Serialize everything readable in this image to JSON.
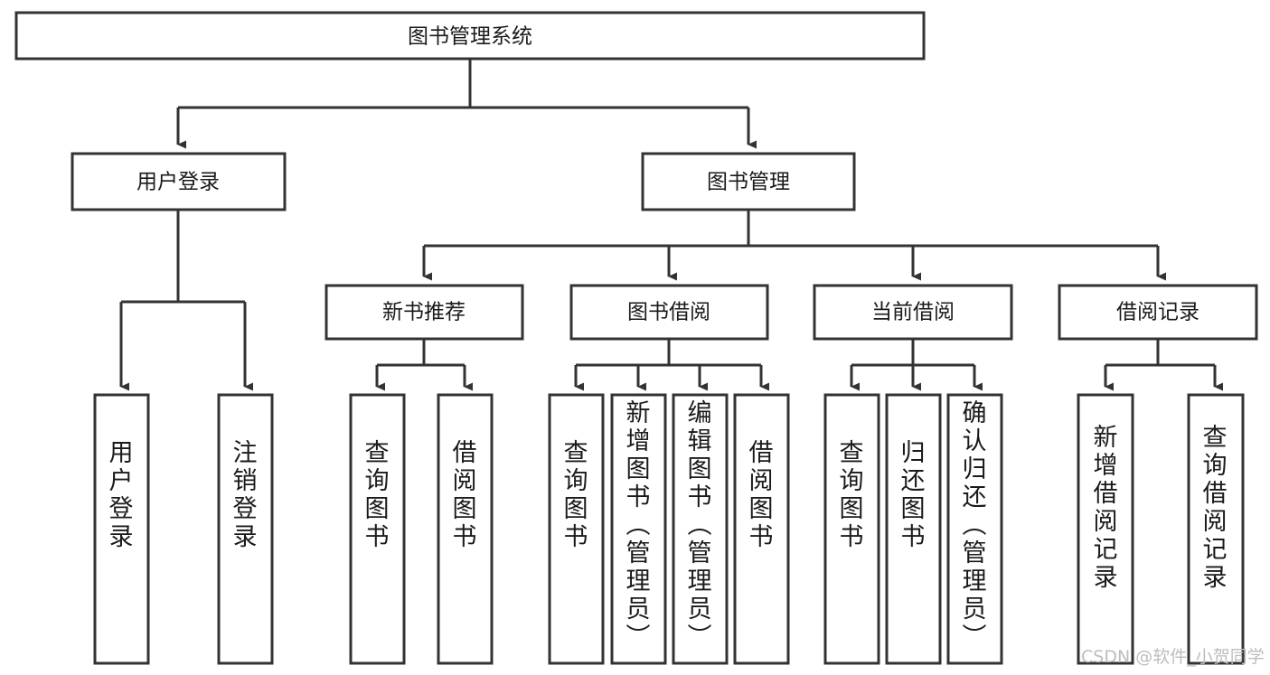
{
  "diagram": {
    "title": "图书管理系统",
    "type": "tree-hierarchy",
    "root": {
      "id": "root",
      "label": "图书管理系统"
    },
    "level2": [
      {
        "id": "user-login",
        "label": "用户登录"
      },
      {
        "id": "book-manage",
        "label": "图书管理"
      }
    ],
    "level3": [
      {
        "id": "new-book-rec",
        "label": "新书推荐",
        "parent": "book-manage"
      },
      {
        "id": "book-borrow",
        "label": "图书借阅",
        "parent": "book-manage"
      },
      {
        "id": "current-borrow",
        "label": "当前借阅",
        "parent": "book-manage"
      },
      {
        "id": "borrow-record",
        "label": "借阅记录",
        "parent": "book-manage"
      }
    ],
    "leaves": [
      {
        "id": "leaf-user-login",
        "label": "用户登录",
        "parent": "user-login"
      },
      {
        "id": "leaf-logout",
        "label": "注销登录",
        "parent": "user-login"
      },
      {
        "id": "leaf-query-book-1",
        "label": "查询图书",
        "parent": "new-book-rec"
      },
      {
        "id": "leaf-borrow-book-1",
        "label": "借阅图书",
        "parent": "new-book-rec"
      },
      {
        "id": "leaf-query-book-2",
        "label": "查询图书",
        "parent": "book-borrow"
      },
      {
        "id": "leaf-add-book",
        "label": "新增图书（管理员）",
        "parent": "book-borrow"
      },
      {
        "id": "leaf-edit-book",
        "label": "编辑图书（管理员）",
        "parent": "book-borrow"
      },
      {
        "id": "leaf-borrow-book-2",
        "label": "借阅图书",
        "parent": "book-borrow"
      },
      {
        "id": "leaf-query-book-3",
        "label": "查询图书",
        "parent": "current-borrow"
      },
      {
        "id": "leaf-return-book",
        "label": "归还图书",
        "parent": "current-borrow"
      },
      {
        "id": "leaf-confirm-return",
        "label": "确认归还（管理员）",
        "parent": "current-borrow"
      },
      {
        "id": "leaf-add-record",
        "label": "新增借阅记录",
        "parent": "borrow-record"
      },
      {
        "id": "leaf-query-record",
        "label": "查询借阅记录",
        "parent": "borrow-record"
      }
    ]
  },
  "watermark": {
    "text": "CSDN @软件_小贺同学"
  },
  "colors": {
    "stroke": "#333333",
    "box_fill": "#ffffff",
    "text": "#1a1a1a",
    "watermark": "#bdbdbd",
    "background": "#ffffff"
  }
}
